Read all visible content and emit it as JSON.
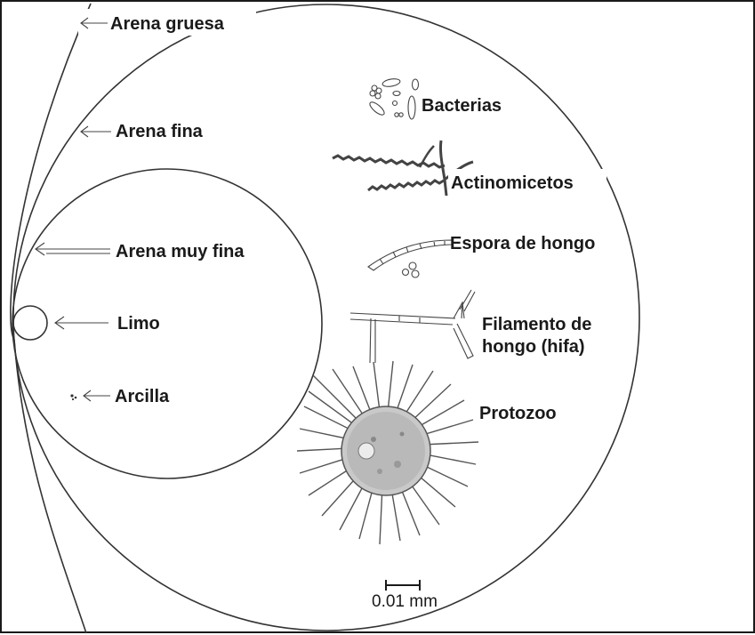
{
  "particles": {
    "arena_gruesa": "Arena gruesa",
    "arena_fina": "Arena fina",
    "arena_muy_fina": "Arena muy fina",
    "limo": "Limo",
    "arcilla": "Arcilla"
  },
  "organisms": {
    "bacterias": "Bacterias",
    "actinomicetos": "Actinomicetos",
    "espora": "Espora de hongo",
    "filamento_line1": "Filamento de",
    "filamento_line2": "hongo (hifa)",
    "protozoo": "Protozoo"
  },
  "scale_bar": {
    "label": "0.01 mm"
  }
}
